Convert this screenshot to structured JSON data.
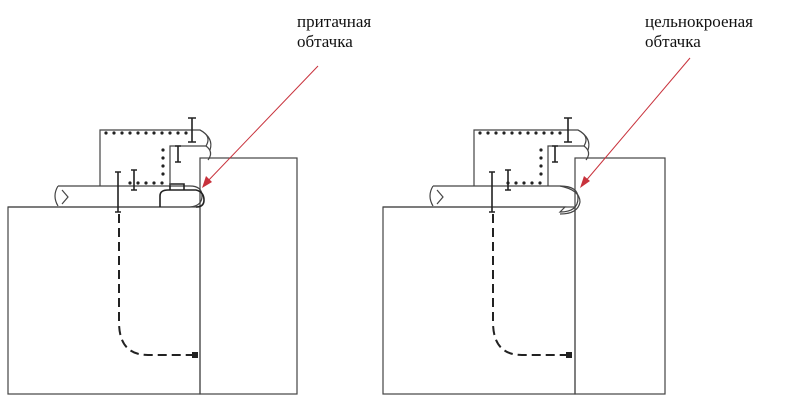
{
  "labels": {
    "left": {
      "line1": "притачная",
      "line2": "обтачка"
    },
    "right": {
      "line1": "цельнокроеная",
      "line2": "обтачка"
    }
  },
  "colors": {
    "line": "#444444",
    "arrow": "#c8323c",
    "background": "#ffffff"
  }
}
